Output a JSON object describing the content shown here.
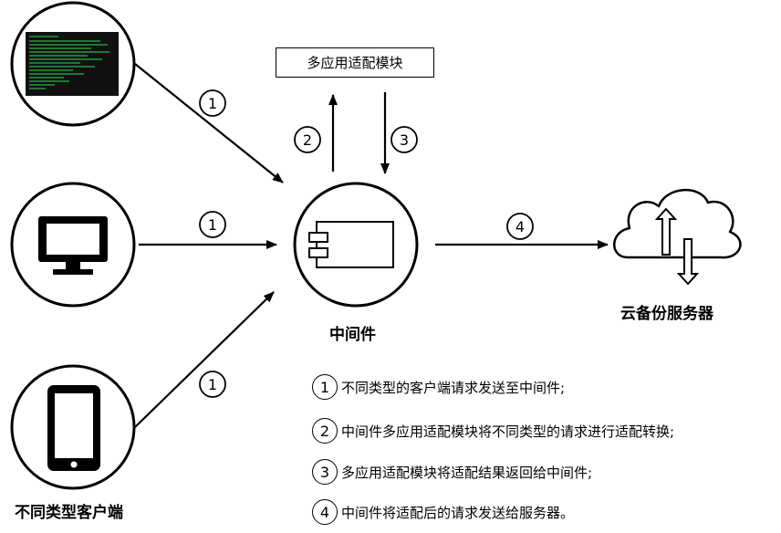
{
  "adapter_module": "多应用适配模块",
  "middleware_label": "中间件",
  "cloud_label": "云备份服务器",
  "clients_label": "不同类型客户端",
  "step_numbers": {
    "client_terminal": "1",
    "client_monitor": "1",
    "client_tablet": "1",
    "to_adapter": "2",
    "from_adapter": "3",
    "to_cloud": "4"
  },
  "legend": [
    {
      "num": "1",
      "text": "不同类型的客户端请求发送至中间件;"
    },
    {
      "num": "2",
      "text": "中间件多应用适配模块将不同类型的请求进行适配转换;"
    },
    {
      "num": "3",
      "text": "多应用适配模块将适配结果返回给中间件;"
    },
    {
      "num": "4",
      "text": "中间件将适配后的请求发送给服务器。"
    }
  ],
  "colors": {
    "line": "#000000",
    "terminal_bg": "#111111",
    "terminal_text": "#2fb24a"
  },
  "icons": [
    "terminal-screenshot-icon",
    "monitor-icon",
    "tablet-icon",
    "component-icon",
    "cloud-icon"
  ]
}
